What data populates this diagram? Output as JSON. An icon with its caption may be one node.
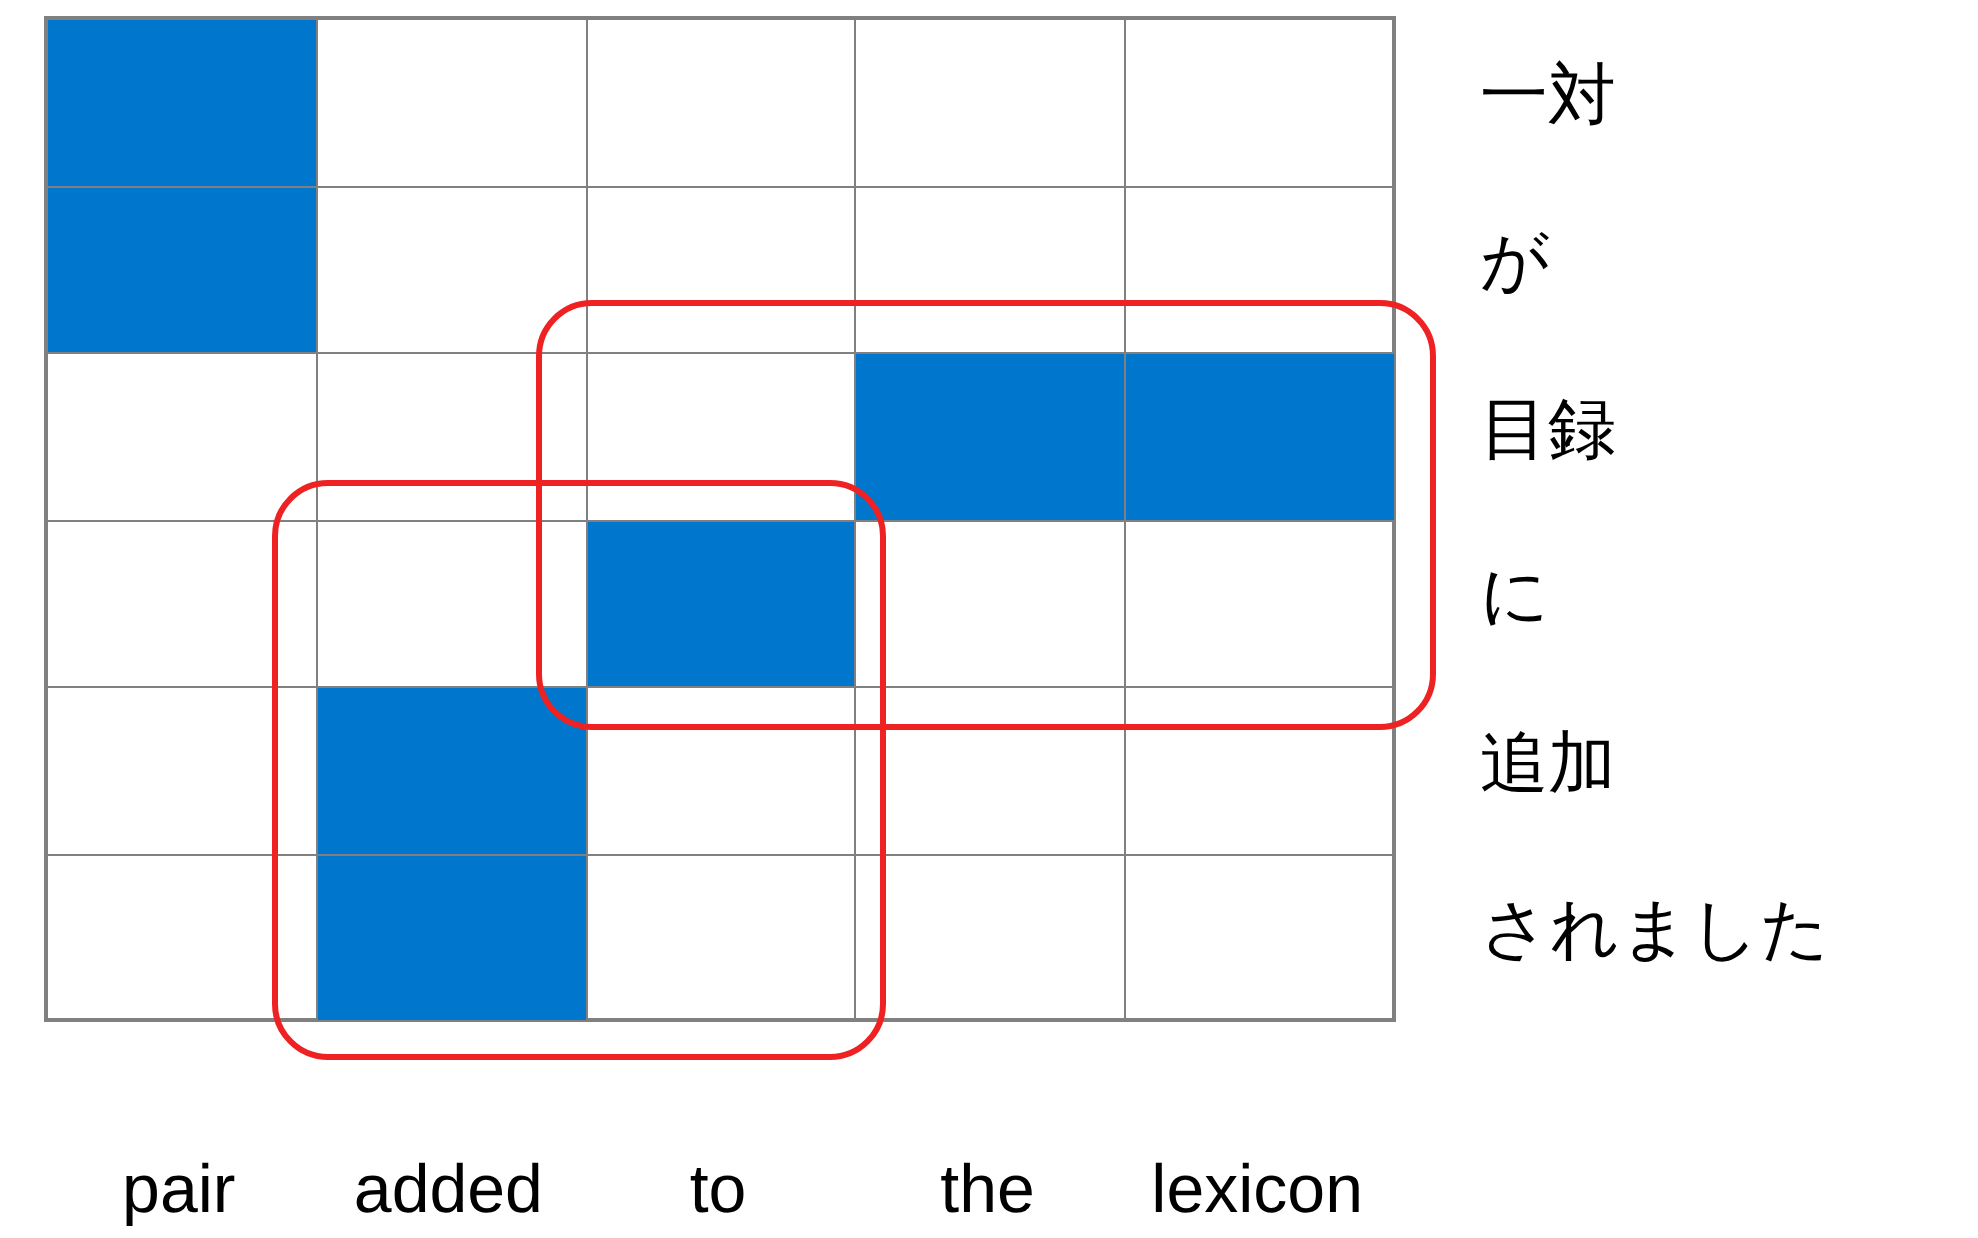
{
  "diagram": {
    "labels": [
      "一対",
      "が",
      "目録",
      "に",
      "追加",
      "されました",
      "pair",
      "added",
      "to",
      "the",
      "lexicon"
    ]
  }
}
